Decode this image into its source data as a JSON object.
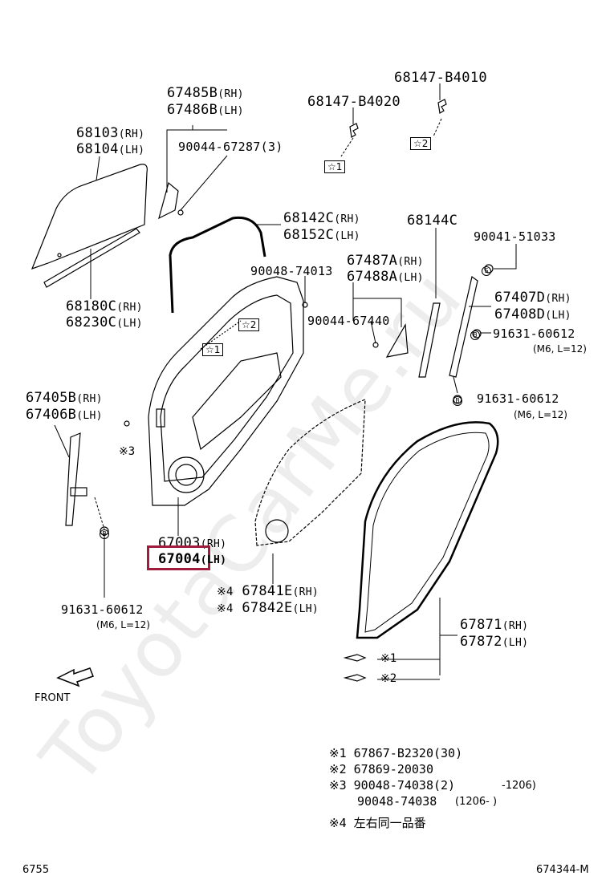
{
  "watermark": "ToyotaCarMe.ru",
  "parts": {
    "p68147_b4010": "68147-B4010",
    "p68147_b4020": "68147-B4020",
    "p67485b": "67485B",
    "p67486b": "67486B",
    "p90044_67287": "90044-67287(3)",
    "p68103": "68103",
    "p68104": "68104",
    "p68142c": "68142C",
    "p68152c": "68152C",
    "p68144c": "68144C",
    "p90041_51033": "90041-51033",
    "p90048_74013": "90048-74013",
    "p67487a": "67487A",
    "p67488a": "67488A",
    "p90044_67440": "90044-67440",
    "p67407d": "67407D",
    "p67408d": "67408D",
    "p91631_60612_a": "91631-60612",
    "spec_a": "(M6, L=12)",
    "p91631_60612_b": "91631-60612",
    "spec_b": "(M6, L=12)",
    "p68180c": "68180C",
    "p68230c": "68230C",
    "p67405b": "67405B",
    "p67406b": "67406B",
    "p67003": "67003",
    "p67004": "67004",
    "p67841e": "67841E",
    "p67842e": "67842E",
    "p91631_60612_c": "91631-60612",
    "spec_c": "(M6, L=12)",
    "p67871": "67871",
    "p67872": "67872"
  },
  "suffix": {
    "rh": "(RH)",
    "lh": "(LH)"
  },
  "marks": {
    "star1": "☆1",
    "star2": "☆2",
    "k1": "※1",
    "k2": "※2",
    "k3": "※3",
    "k4": "※4",
    "s": "S",
    "b": "B"
  },
  "front_label": "FRONT",
  "notes": [
    {
      "mark": "※1",
      "text": "67867-B2320(30)"
    },
    {
      "mark": "※2",
      "text": "67869-20030"
    },
    {
      "mark": "※3",
      "text": "90048-74038(2)",
      "range": "-1206)"
    },
    {
      "mark": "",
      "text": "90048-74038",
      "range": "(1206-       )"
    },
    {
      "mark": "※4",
      "text": "左右同一品番"
    }
  ],
  "footer": {
    "left": "6755",
    "right": "674344-M"
  },
  "highlight_color": "#a01c3c"
}
